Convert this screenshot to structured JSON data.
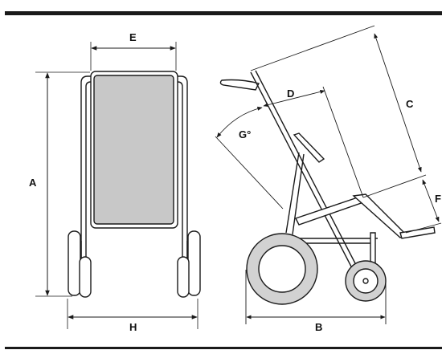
{
  "labels": {
    "A": "A",
    "B": "B",
    "C": "C",
    "D": "D",
    "E": "E",
    "F": "F",
    "G": "G°",
    "H": "H"
  },
  "colors": {
    "panel_fill": "#c8c8c8",
    "line": "#1a1a1a",
    "tyre_fill": "#d2d2d2"
  }
}
